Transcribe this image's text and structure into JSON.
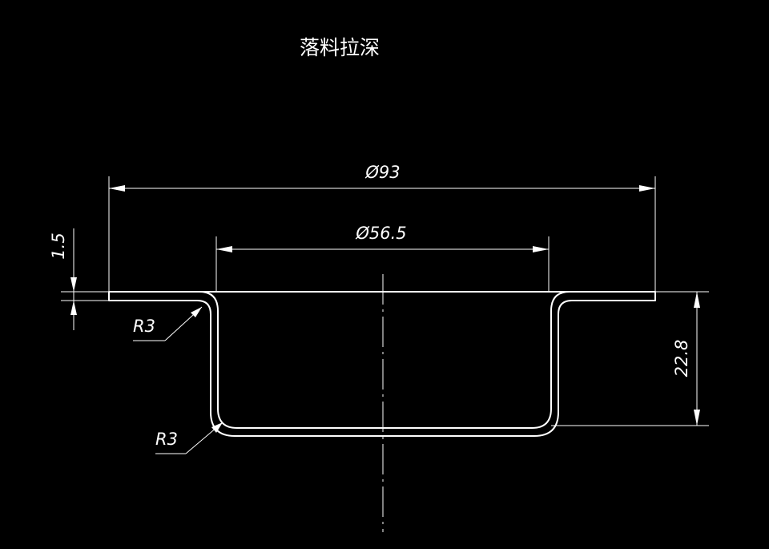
{
  "drawing": {
    "title": "落料拉深",
    "dimensions": {
      "outer_diameter": "Ø93",
      "inner_diameter": "Ø56.5",
      "thickness": "1.5",
      "depth": "22.8",
      "upper_radius": "R3",
      "lower_radius": "R3"
    },
    "colors": {
      "background": "#000000",
      "lines": "#ffffff"
    }
  }
}
